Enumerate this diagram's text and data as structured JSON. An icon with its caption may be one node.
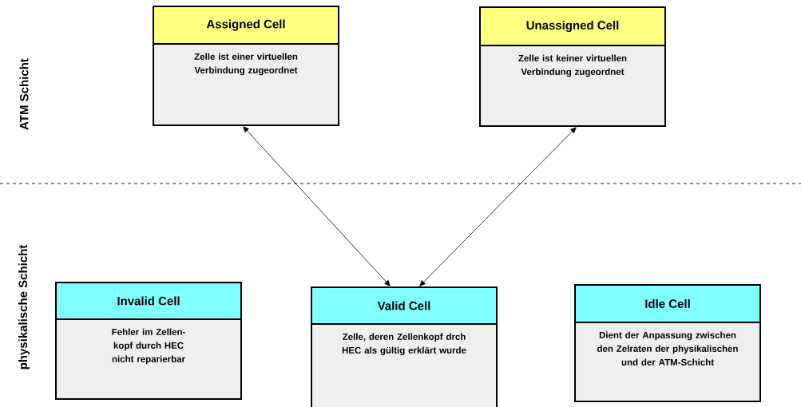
{
  "diagram": {
    "nodes": [
      {
        "text": [
          "Assigned Cell",
          "Zelle ist einer virtuellen Verbindung zugeordnet"
        ]
      },
      {
        "text": [
          "Unassigned Cell",
          "Zelle ist keiner virtuellen Verbindung zugeordnet"
        ]
      },
      {
        "text": [
          "Invalid Cell",
          "Fehler im Zellen-kopf durch HEC nicht reparierbar"
        ]
      },
      {
        "text": [
          "Valid Cell",
          "Zelle, deren Zellenkopf drch HEC als gültig erklärt wurde"
        ]
      },
      {
        "text": [
          "Idle Cell",
          "Dient der Anpassung zwischen den Zelraten der physikalischen und der ATM-Schicht"
        ]
      }
    ],
    "edges": [
      {
        "from": 0,
        "to": 3,
        "arrow": "both"
      },
      {
        "from": 1,
        "to": 3,
        "arrow": "both"
      }
    ],
    "labels": [
      "ATM Schicht",
      "physikalische Schicht"
    ]
  }
}
